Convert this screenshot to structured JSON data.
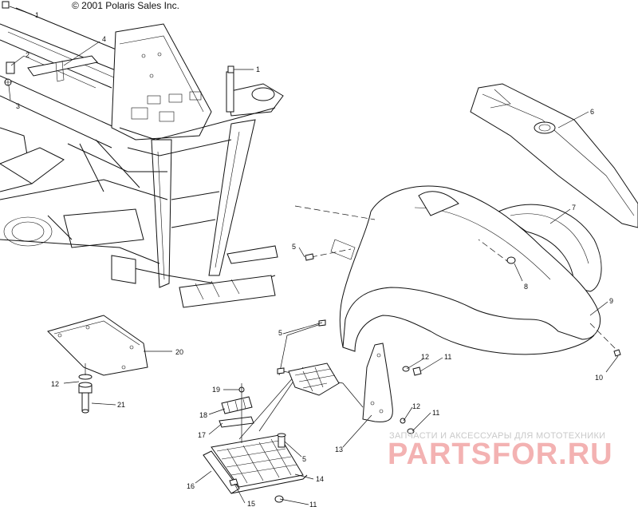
{
  "copyright": "© 2001 Polaris Sales Inc.",
  "callouts": [
    {
      "id": "c-1a",
      "text": "1"
    },
    {
      "id": "c-1b",
      "text": "1"
    },
    {
      "id": "c-2",
      "text": "2"
    },
    {
      "id": "c-3",
      "text": "3"
    },
    {
      "id": "c-4",
      "text": "4"
    },
    {
      "id": "c-5a",
      "text": "5"
    },
    {
      "id": "c-5b",
      "text": "5"
    },
    {
      "id": "c-5c",
      "text": "5"
    },
    {
      "id": "c-6",
      "text": "6"
    },
    {
      "id": "c-7",
      "text": "7"
    },
    {
      "id": "c-8",
      "text": "8"
    },
    {
      "id": "c-9",
      "text": "9"
    },
    {
      "id": "c-10",
      "text": "10"
    },
    {
      "id": "c-11a",
      "text": "11"
    },
    {
      "id": "c-11b",
      "text": "11"
    },
    {
      "id": "c-11c",
      "text": "11"
    },
    {
      "id": "c-12a",
      "text": "12"
    },
    {
      "id": "c-12b",
      "text": "12"
    },
    {
      "id": "c-12c",
      "text": "12"
    },
    {
      "id": "c-13",
      "text": "13"
    },
    {
      "id": "c-14",
      "text": "14"
    },
    {
      "id": "c-15",
      "text": "15"
    },
    {
      "id": "c-16",
      "text": "16"
    },
    {
      "id": "c-17",
      "text": "17"
    },
    {
      "id": "c-18",
      "text": "18"
    },
    {
      "id": "c-19",
      "text": "19"
    },
    {
      "id": "c-20",
      "text": "20"
    },
    {
      "id": "c-21",
      "text": "21"
    }
  ],
  "watermark": {
    "subtitle": "ЗАПЧАСТИ И АКСЕССУАРЫ ДЛЯ МОТОТЕХНИКИ",
    "logo": "PARTSFOR.RU",
    "color": "#f3b2b2"
  }
}
